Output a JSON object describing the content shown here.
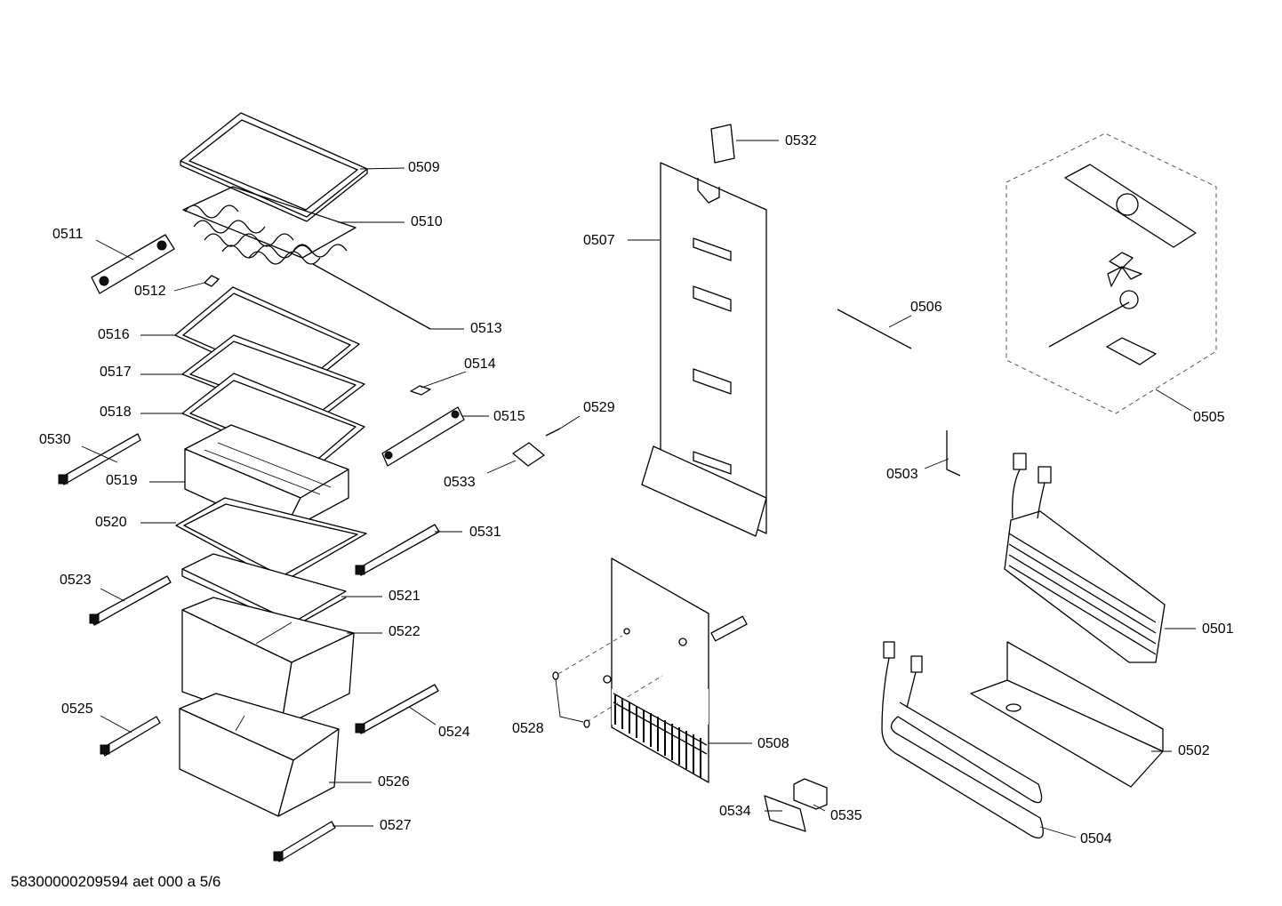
{
  "parts": [
    {
      "id": "p0501",
      "label": "0501"
    },
    {
      "id": "p0502",
      "label": "0502"
    },
    {
      "id": "p0503",
      "label": "0503"
    },
    {
      "id": "p0504",
      "label": "0504"
    },
    {
      "id": "p0505",
      "label": "0505"
    },
    {
      "id": "p0506",
      "label": "0506"
    },
    {
      "id": "p0507",
      "label": "0507"
    },
    {
      "id": "p0508",
      "label": "0508"
    },
    {
      "id": "p0509",
      "label": "0509"
    },
    {
      "id": "p0510",
      "label": "0510"
    },
    {
      "id": "p0511",
      "label": "0511"
    },
    {
      "id": "p0512",
      "label": "0512"
    },
    {
      "id": "p0513",
      "label": "0513"
    },
    {
      "id": "p0514",
      "label": "0514"
    },
    {
      "id": "p0515",
      "label": "0515"
    },
    {
      "id": "p0516",
      "label": "0516"
    },
    {
      "id": "p0517",
      "label": "0517"
    },
    {
      "id": "p0518",
      "label": "0518"
    },
    {
      "id": "p0519",
      "label": "0519"
    },
    {
      "id": "p0520",
      "label": "0520"
    },
    {
      "id": "p0521",
      "label": "0521"
    },
    {
      "id": "p0522",
      "label": "0522"
    },
    {
      "id": "p0523",
      "label": "0523"
    },
    {
      "id": "p0524",
      "label": "0524"
    },
    {
      "id": "p0525",
      "label": "0525"
    },
    {
      "id": "p0526",
      "label": "0526"
    },
    {
      "id": "p0527",
      "label": "0527"
    },
    {
      "id": "p0528",
      "label": "0528"
    },
    {
      "id": "p0529",
      "label": "0529"
    },
    {
      "id": "p0530",
      "label": "0530"
    },
    {
      "id": "p0531",
      "label": "0531"
    },
    {
      "id": "p0532",
      "label": "0532"
    },
    {
      "id": "p0533",
      "label": "0533"
    },
    {
      "id": "p0534",
      "label": "0534"
    },
    {
      "id": "p0535",
      "label": "0535"
    }
  ],
  "footer": {
    "doc_id": "58300000209594 aet 000 a 5/6"
  }
}
